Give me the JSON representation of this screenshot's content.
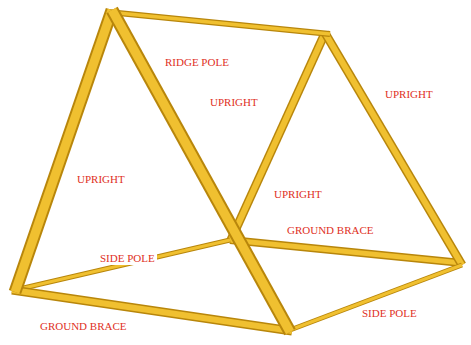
{
  "diagram": {
    "labels": [
      "RIDGE POLE",
      "UPRIGHT",
      "UPRIGHT",
      "UPRIGHT",
      "UPRIGHT",
      "GROUND BRACE",
      "SIDE POLE",
      "SIDE POLE",
      "GROUND BRACE"
    ]
  }
}
